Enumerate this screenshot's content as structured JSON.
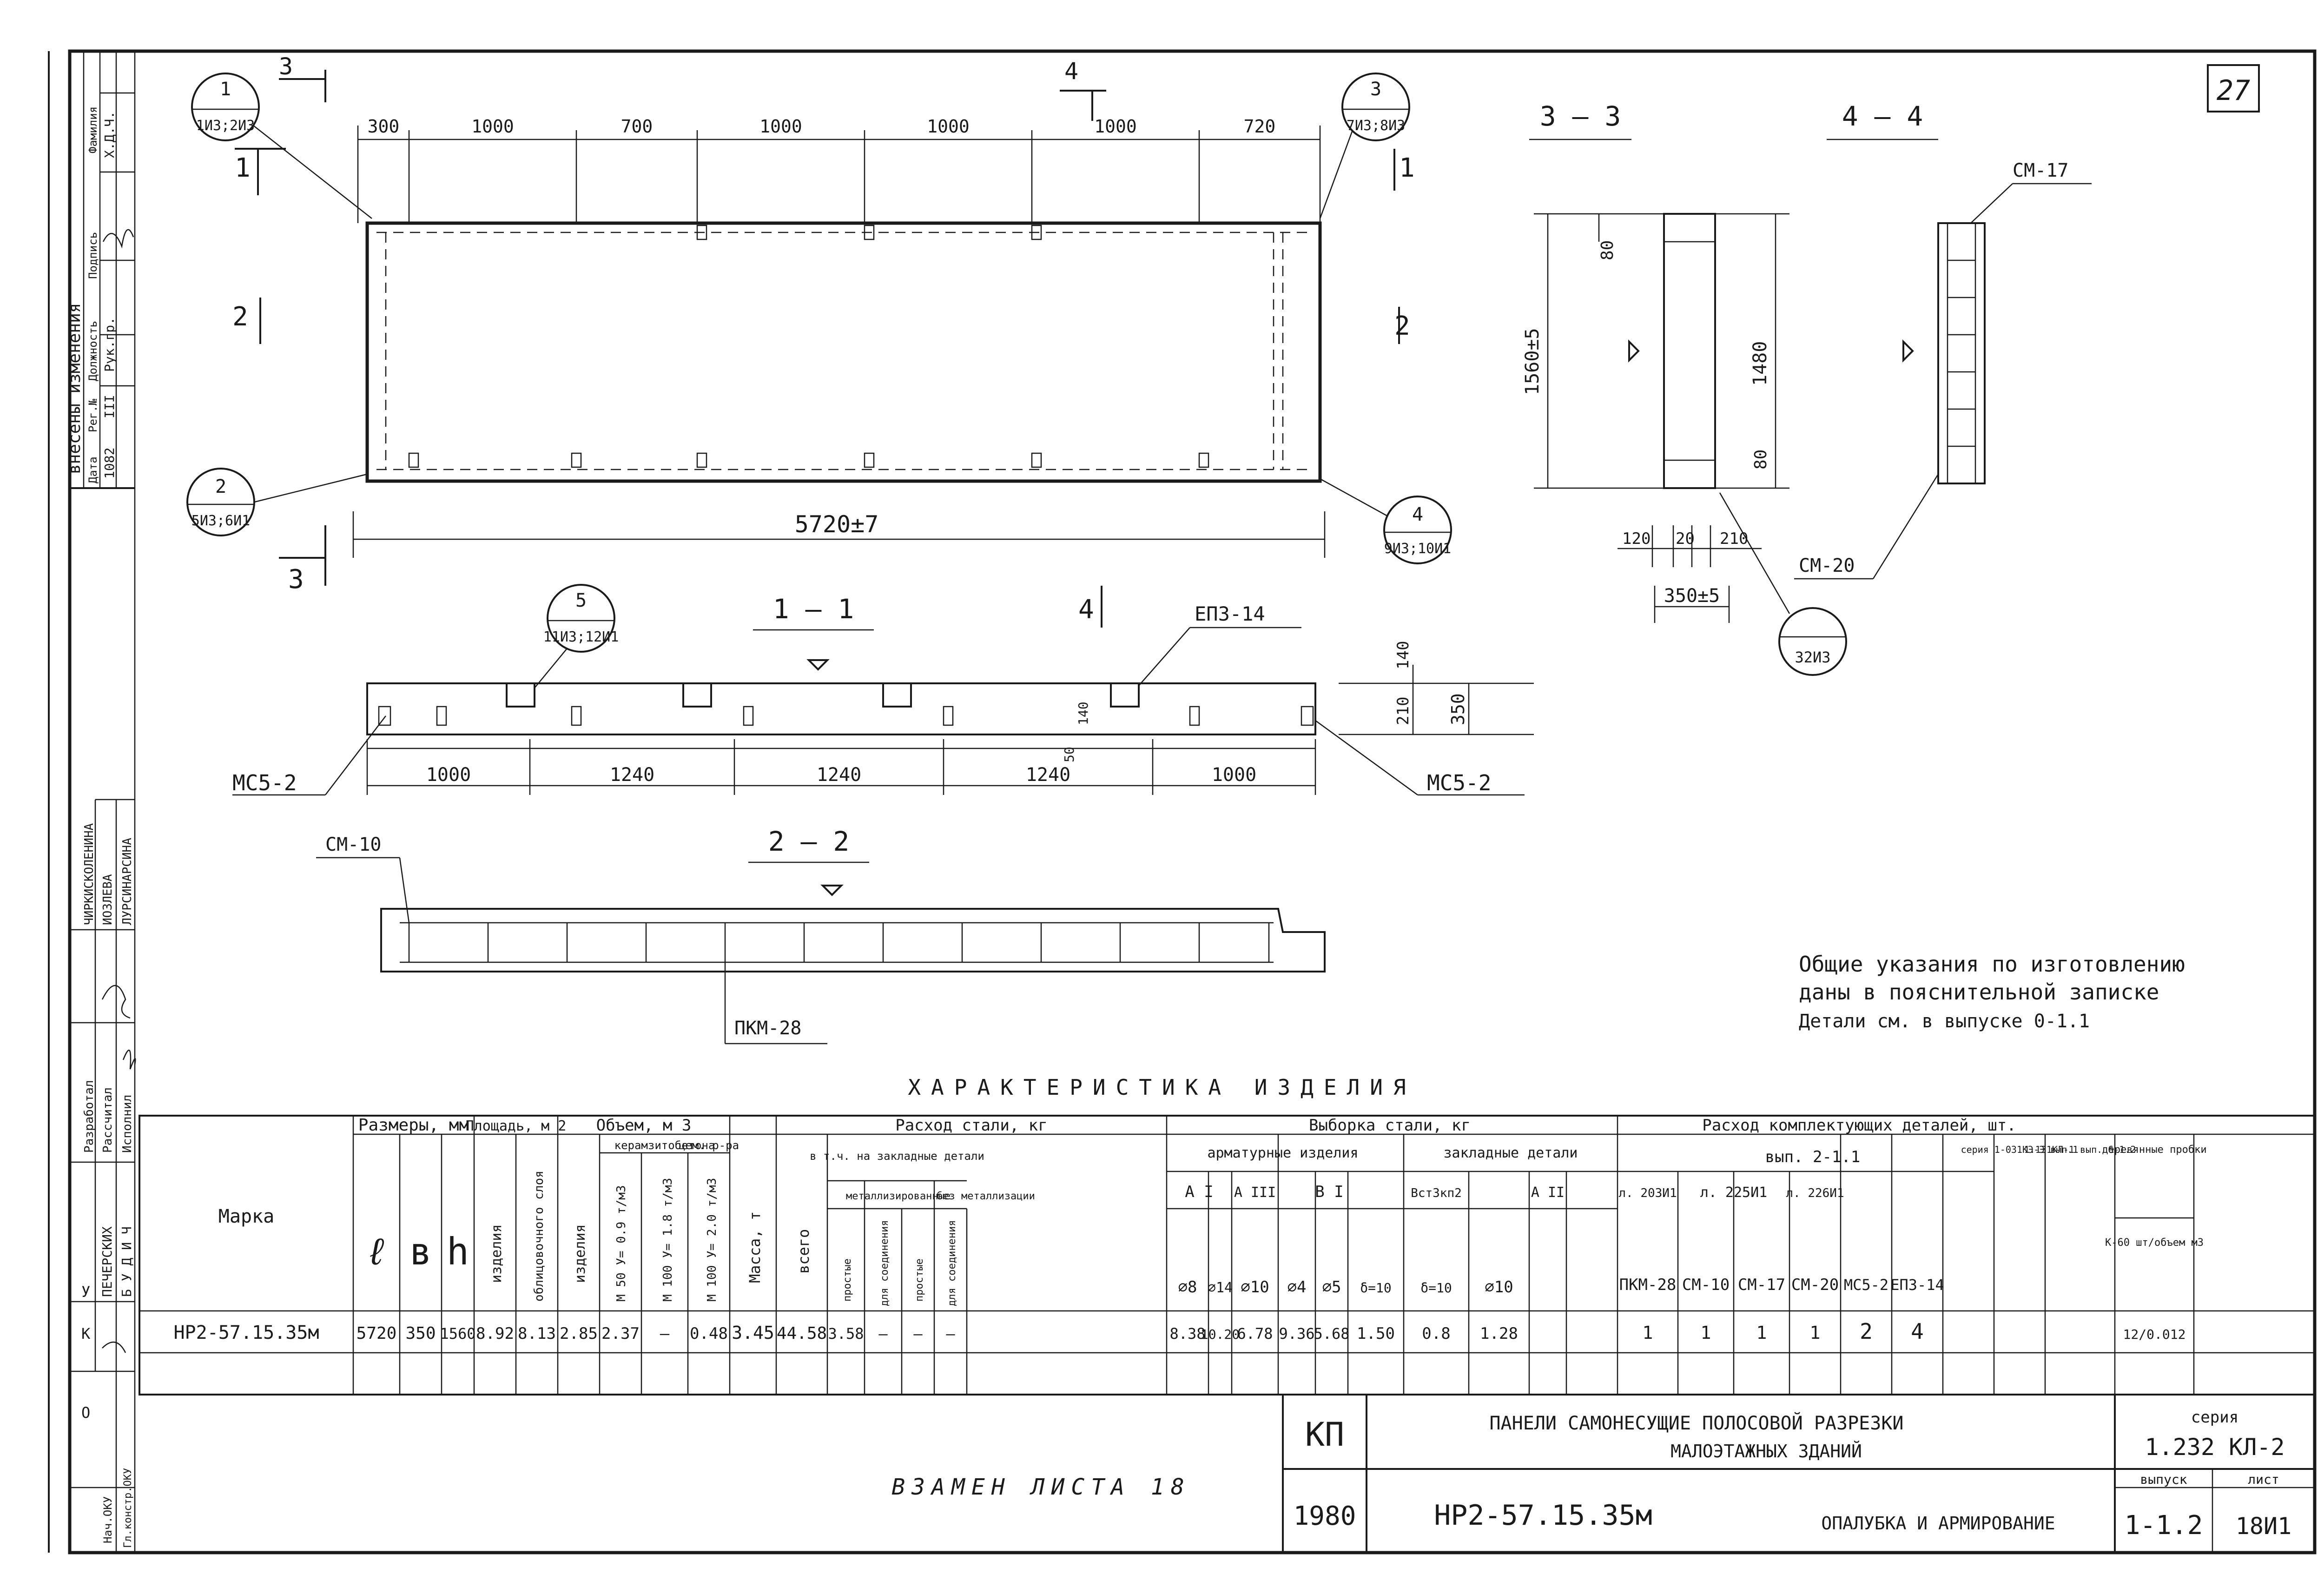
{
  "sheet_no": "27",
  "colors": {
    "ink": "#1a1a1a",
    "paper": "#ffffff"
  },
  "revisions": {
    "title": "внесены изменения",
    "headers": [
      "Дата",
      "Рег.№",
      "Должность",
      "Подпись",
      "Фамилия"
    ],
    "values": [
      "1082",
      "III",
      "Рук.гр.",
      "",
      "Х.Д.Ч."
    ]
  },
  "side_signatures": {
    "roles": [
      "Разработал",
      "Рассчитал",
      "Исполнил"
    ],
    "names": [
      "ПЕЧЕРСКИХ",
      "Б У Д И Ч"
    ],
    "names2": [
      "ЧИРКИСКОЛЕНИНА",
      "ИОЗЛЕВА",
      "ЛУРСИНАРСИНА"
    ],
    "letters": [
      "О",
      "К",
      "У"
    ],
    "bottom": [
      "Нач.ОКУ",
      "Гл.констр.ОКУ"
    ]
  },
  "elevation": {
    "section_marks": [
      "1",
      "2",
      "3",
      "4",
      "1",
      "2",
      "3",
      "4"
    ],
    "dims_top": [
      "300",
      "1000",
      "700",
      "1000",
      "1000",
      "1000",
      "720"
    ],
    "length": "5720±7",
    "callouts": [
      {
        "num": "1",
        "txt": "1ИЗ;2ИЗ"
      },
      {
        "num": "3",
        "txt": "7ИЗ;8ИЗ"
      },
      {
        "num": "2",
        "txt": "5ИЗ;6И1"
      },
      {
        "num": "4",
        "txt": "9ИЗ;10И1"
      }
    ]
  },
  "sections": {
    "s33": "3 — 3",
    "s44": "4 — 4",
    "s11": "1 — 1",
    "s22": "2 — 2",
    "s33_dims": [
      "80",
      "1560±5",
      "1480",
      "80",
      "120",
      "20",
      "210",
      "350±5"
    ],
    "s44_labels": [
      "СМ-17",
      "СМ-20"
    ],
    "callout_32": "32ИЗ",
    "s11_dims": [
      "1000",
      "1240",
      "1240",
      "1240",
      "1000"
    ],
    "s11_right": [
      "140",
      "210",
      "350",
      "50",
      "140"
    ],
    "s11_labels": [
      "МС5-2",
      "МС5-2",
      "ЕПЗ-14"
    ],
    "callout_5": {
      "num": "5",
      "txt": "11ИЗ;12И1"
    },
    "s22_labels": [
      "СМ-10",
      "ПКМ-28"
    ]
  },
  "notes": {
    "line1": "Общие указания по изготовлению",
    "line2": "даны в пояснительной записке",
    "line3": "Детали см. в выпуске 0-1.1"
  },
  "char_title": "ХАРАКТЕРИСТИКА ИЗДЕЛИЯ",
  "table": {
    "h_marka": "Марка",
    "h_razmery": "Размеры, мм",
    "h_l": "ℓ",
    "h_b": "в",
    "h_h": "h",
    "h_ploshchad": "Площадь, м 2",
    "h_izd": "изделия",
    "h_obl": "облицовочного слоя",
    "h_obem": "Объем, м 3",
    "h_keram": "керамзитобетона",
    "h_cem": "цем. р-ра",
    "h_y1": "М 50 У= 0.9 т/м3",
    "h_y2": "М 100 У= 1.8 т/м3",
    "h_y3": "М 100 У= 2.0 т/м3",
    "h_massa": "Масса, т",
    "h_rashod": "Расход стали, кг",
    "h_vsego": "всего",
    "h_vtch": "в т.ч. на закладные детали",
    "h_metal": "металлизированные",
    "h_bezmet": "без металлизации",
    "h_sub": [
      "простые",
      "для соединения",
      "простые",
      "для соединения"
    ],
    "h_vyborka": "Выборка стали, кг",
    "h_armat": "арматурные изделия",
    "h_zakl": "закладные детали",
    "h_classes": [
      "А I",
      "А III",
      "В I",
      "Вст3кп2",
      "А II"
    ],
    "h_diams": [
      "⌀8",
      "⌀14",
      "⌀10",
      "⌀4",
      "⌀5",
      "δ=10",
      "δ=10",
      "⌀10"
    ],
    "h_komplekt": "Расход комплектующих деталей, шт.",
    "h_vyp": "вып. 2-1.1",
    "h_seria": "серия 1-031КЭ-Э вып.1",
    "h_seria2": "1.131КЛ-1 вып. 6-1.2",
    "h_derev": "деревянные пробки",
    "h_lists": [
      "л. 203И1",
      "л. 225И1",
      "л. 226И1"
    ],
    "h_parts": [
      "ПКМ-28",
      "СМ-10",
      "СМ-17",
      "СМ-20",
      "МС5-2",
      "ЕПЗ-14"
    ],
    "h_k60": "К-60 шт/объем м3",
    "row": [
      "НР2-57.15.35м",
      "5720",
      "350",
      "1560",
      "8.92",
      "8.13",
      "2.85",
      "2.37",
      "—",
      "0.48",
      "3.45",
      "44.58",
      "3.58",
      "—",
      "—",
      "—",
      "8.38",
      "10.20",
      "6.78",
      "9.36",
      "5.68",
      "1.50",
      "0.8",
      "1.28",
      "1",
      "1",
      "1",
      "1",
      "2",
      "4",
      "12/0.012"
    ]
  },
  "titleblock": {
    "kp": "КП",
    "year": "1980",
    "title1": "ПАНЕЛИ САМОНЕСУЩИЕ ПОЛОСОВОЙ РАЗРЕЗКИ",
    "title2": "МАЛОЭТАЖНЫХ ЗДАНИЙ",
    "mark": "НР2-57.15.35м",
    "doc": "ОПАЛУБКА И АРМИРОВАНИЕ",
    "seria_h": "серия",
    "seria": "1.232 КЛ-2",
    "vyp_h": "выпуск",
    "vyp": "1-1.2",
    "list_h": "лист",
    "list": "18И1",
    "vzamen": "ВЗАМЕН ЛИСТА 18"
  }
}
